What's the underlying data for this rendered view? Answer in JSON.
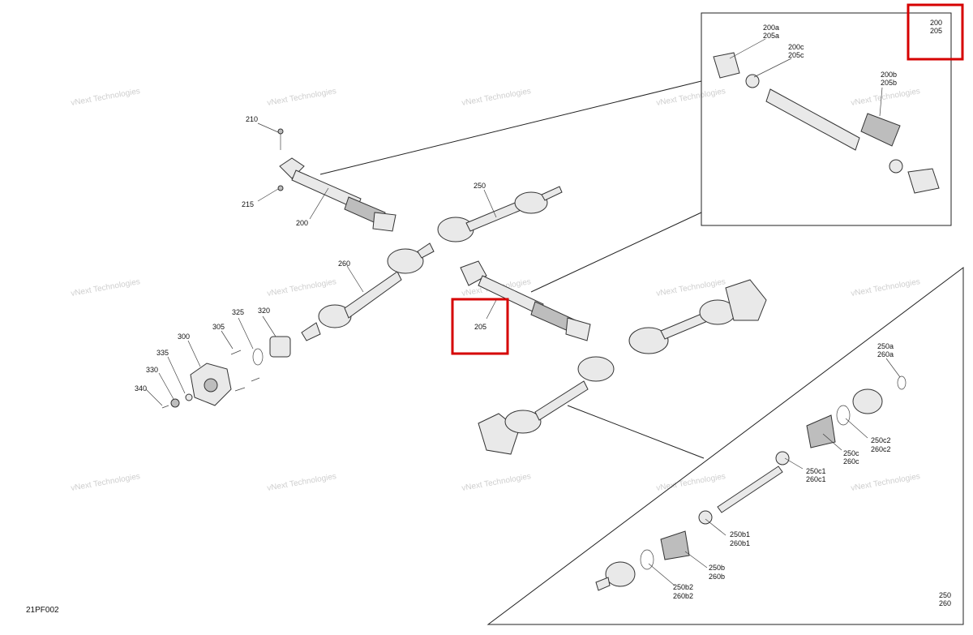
{
  "diagram": {
    "code": "21PF002",
    "watermark_line1": "vNext",
    "watermark_line2": "Technologies",
    "watermark_full": "vNext Technologies",
    "labels": {
      "p210": "210",
      "p215": "215",
      "p200": "200",
      "p250": "250",
      "p260": "260",
      "p325": "325",
      "p320": "320",
      "p305": "305",
      "p300": "300",
      "p335": "335",
      "p330": "330",
      "p340": "340",
      "p205": "205",
      "inset_top": {
        "l200a": "200a",
        "l205a": "205a",
        "l200c": "200c",
        "l205c": "205c",
        "l200b": "200b",
        "l205b": "205b",
        "c200": "200",
        "c205": "205"
      },
      "inset_bottom": {
        "l250a": "250a",
        "l260a": "260a",
        "l250c2": "250c2",
        "l260c2": "260c2",
        "l250c": "250c",
        "l260c": "260c",
        "l250c1": "250c1",
        "l260c1": "260c1",
        "l250b1": "250b1",
        "l260b1": "260b1",
        "l250b": "250b",
        "l260b": "260b",
        "l250b2": "250b2",
        "l260b2": "260b2",
        "c250": "250",
        "c260": "260"
      }
    },
    "colors": {
      "highlight": "#d60000",
      "line": "#222222",
      "part": "#e9e9e9"
    }
  }
}
